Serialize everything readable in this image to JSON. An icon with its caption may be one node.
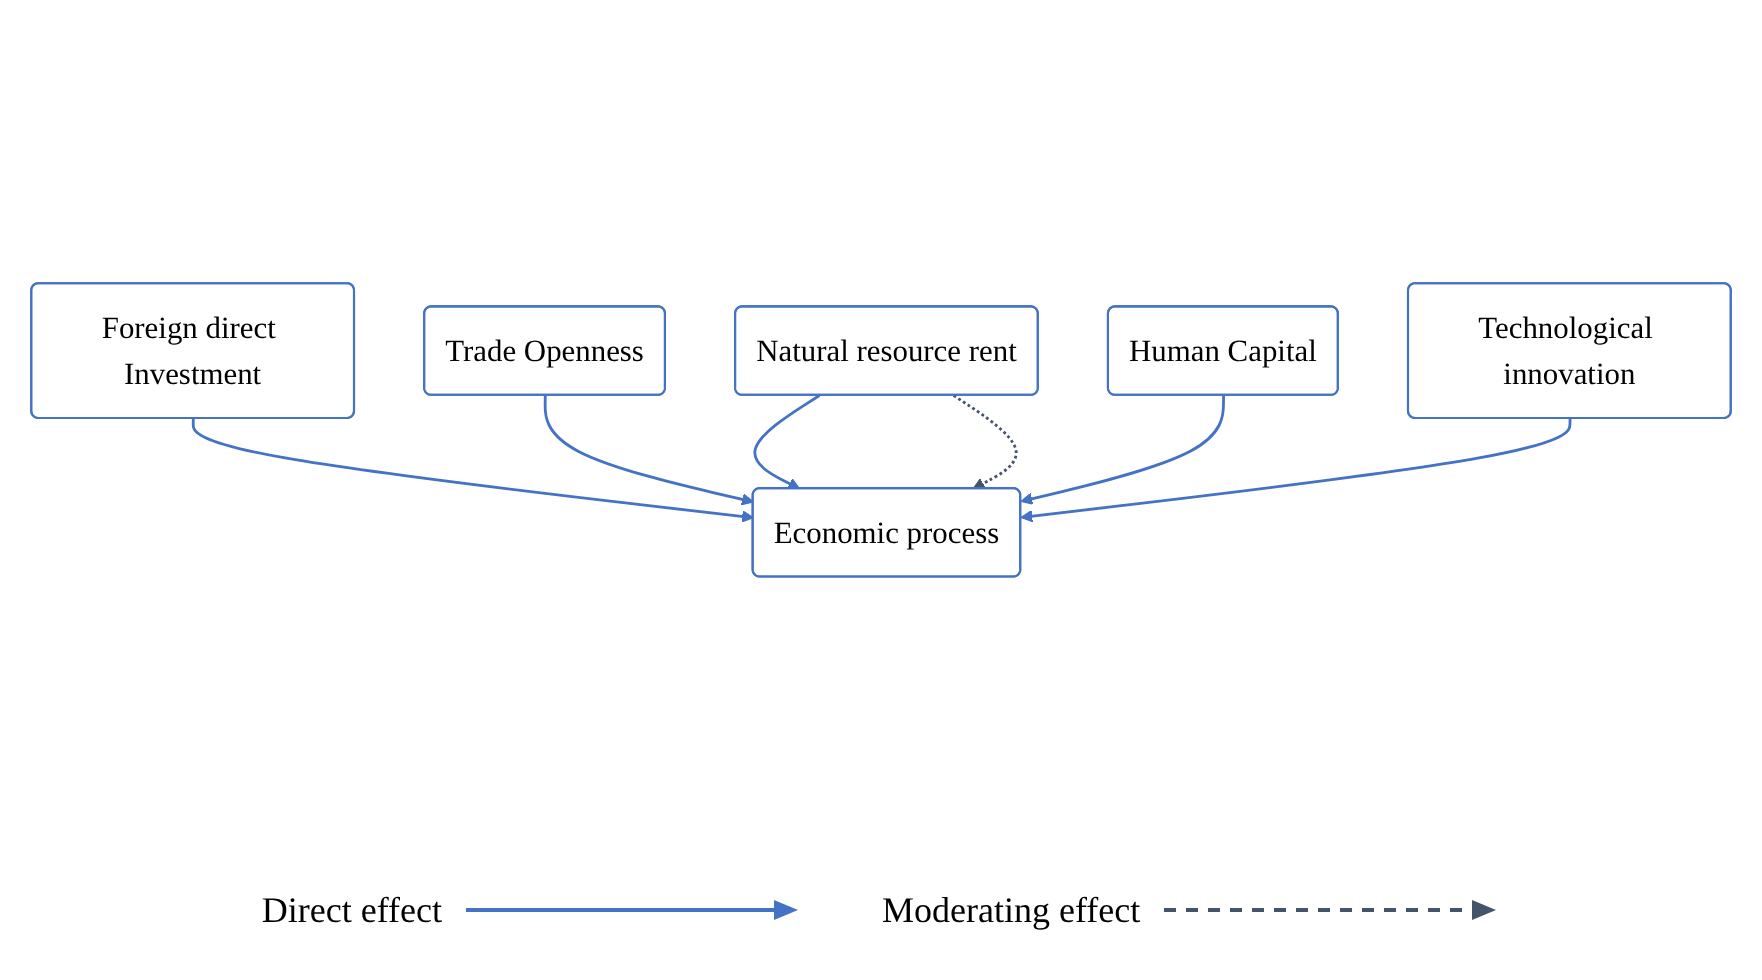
{
  "diagram": {
    "nodes": [
      {
        "text": [
          "Natural resource rent"
        ]
      },
      {
        "text": [
          "Foreign direct Investment"
        ]
      },
      {
        "text": [
          "Economic process"
        ]
      },
      {
        "text": [
          "Trade Openness"
        ]
      },
      {
        "text": [
          "Human Capital"
        ]
      },
      {
        "text": [
          "Technological innovation"
        ]
      }
    ],
    "edges": [
      {
        "from": 0,
        "to": 2,
        "arrow": "to"
      },
      {
        "from": 1,
        "to": 2,
        "arrow": "to"
      },
      {
        "from": 3,
        "to": 2,
        "arrow": "to"
      },
      {
        "from": 4,
        "to": 2,
        "arrow": "to"
      },
      {
        "from": 5,
        "to": 2,
        "arrow": "to"
      },
      {
        "from": 0,
        "to": 2,
        "arrow": "to",
        "style": "dashed",
        "color": "#44546a"
      }
    ],
    "legend": [
      {
        "text": "Direct effect"
      },
      {
        "text": "Moderating effect"
      }
    ]
  }
}
